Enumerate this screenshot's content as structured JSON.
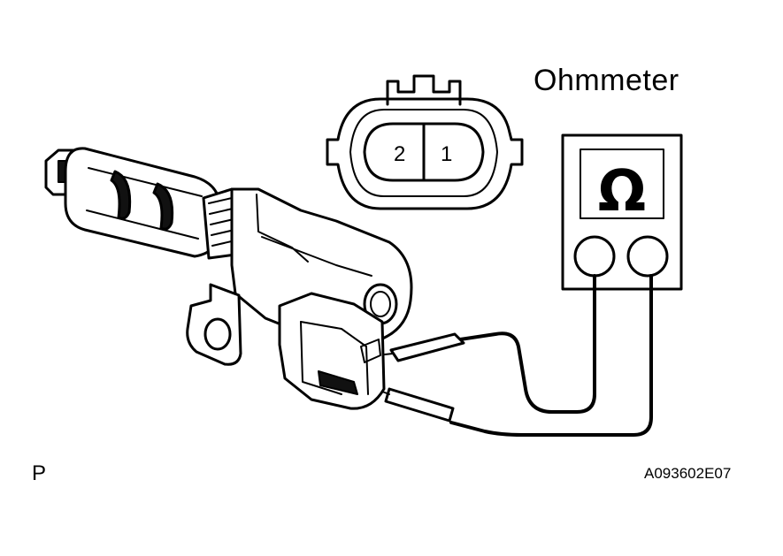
{
  "labels": {
    "ohmmeter": "Ohmmeter",
    "corner_mark": "P",
    "figure_code": "A093602E07"
  },
  "connector": {
    "pins": [
      "2",
      "1"
    ]
  },
  "meter": {
    "symbol": "Ω"
  },
  "colors": {
    "ink": "#000000",
    "background": "#ffffff"
  }
}
